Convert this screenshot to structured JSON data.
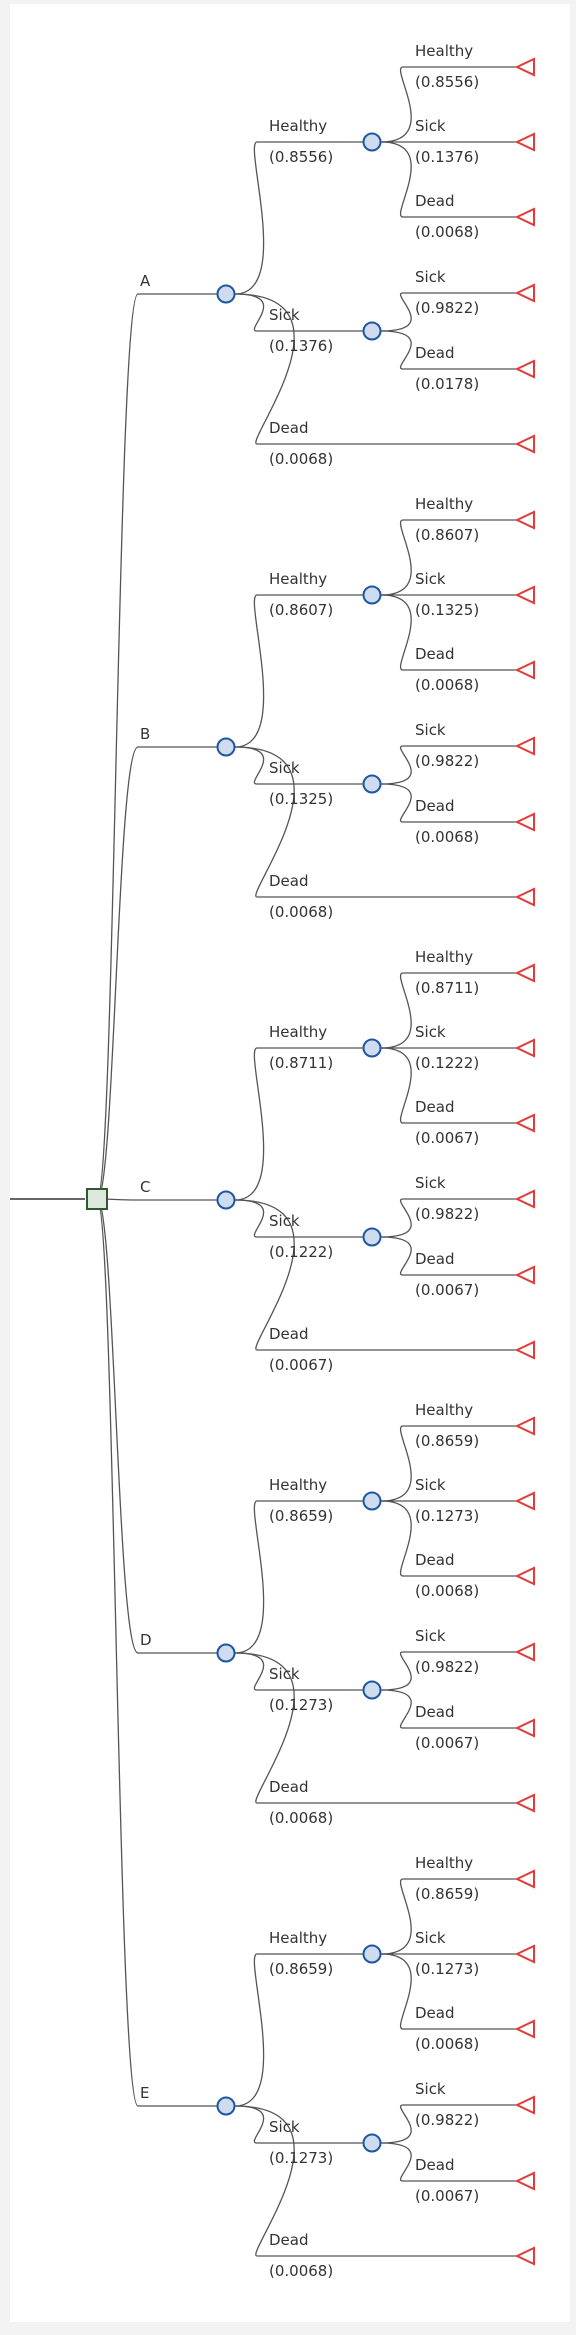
{
  "colors": {
    "decision_fill": "#dfe8df",
    "decision_stroke": "#2e5a2e",
    "chance_fill": "#cfdcef",
    "chance_stroke": "#1f56a3",
    "terminal_stroke": "#e43a3a",
    "edge": "#555555",
    "text": "#333333"
  },
  "tree": {
    "root": "decision",
    "branches": [
      {
        "label": "A",
        "children": [
          {
            "label": "Healthy",
            "prob": "(0.8556)",
            "children": [
              {
                "label": "Healthy",
                "prob": "(0.8556)"
              },
              {
                "label": "Sick",
                "prob": "(0.1376)"
              },
              {
                "label": "Dead",
                "prob": "(0.0068)"
              }
            ]
          },
          {
            "label": "Sick",
            "prob": "(0.1376)",
            "children": [
              {
                "label": "Sick",
                "prob": "(0.9822)"
              },
              {
                "label": "Dead",
                "prob": "(0.0178)"
              }
            ]
          },
          {
            "label": "Dead",
            "prob": "(0.0068)"
          }
        ]
      },
      {
        "label": "B",
        "children": [
          {
            "label": "Healthy",
            "prob": "(0.8607)",
            "children": [
              {
                "label": "Healthy",
                "prob": "(0.8607)"
              },
              {
                "label": "Sick",
                "prob": "(0.1325)"
              },
              {
                "label": "Dead",
                "prob": "(0.0068)"
              }
            ]
          },
          {
            "label": "Sick",
            "prob": "(0.1325)",
            "children": [
              {
                "label": "Sick",
                "prob": "(0.9822)"
              },
              {
                "label": "Dead",
                "prob": "(0.0068)"
              }
            ]
          },
          {
            "label": "Dead",
            "prob": "(0.0068)"
          }
        ]
      },
      {
        "label": "C",
        "children": [
          {
            "label": "Healthy",
            "prob": "(0.8711)",
            "children": [
              {
                "label": "Healthy",
                "prob": "(0.8711)"
              },
              {
                "label": "Sick",
                "prob": "(0.1222)"
              },
              {
                "label": "Dead",
                "prob": "(0.0067)"
              }
            ]
          },
          {
            "label": "Sick",
            "prob": "(0.1222)",
            "children": [
              {
                "label": "Sick",
                "prob": "(0.9822)"
              },
              {
                "label": "Dead",
                "prob": "(0.0067)"
              }
            ]
          },
          {
            "label": "Dead",
            "prob": "(0.0067)"
          }
        ]
      },
      {
        "label": "D",
        "children": [
          {
            "label": "Healthy",
            "prob": "(0.8659)",
            "children": [
              {
                "label": "Healthy",
                "prob": "(0.8659)"
              },
              {
                "label": "Sick",
                "prob": "(0.1273)"
              },
              {
                "label": "Dead",
                "prob": "(0.0068)"
              }
            ]
          },
          {
            "label": "Sick",
            "prob": "(0.1273)",
            "children": [
              {
                "label": "Sick",
                "prob": "(0.9822)"
              },
              {
                "label": "Dead",
                "prob": "(0.0067)"
              }
            ]
          },
          {
            "label": "Dead",
            "prob": "(0.0068)"
          }
        ]
      },
      {
        "label": "E",
        "children": [
          {
            "label": "Healthy",
            "prob": "(0.8659)",
            "children": [
              {
                "label": "Healthy",
                "prob": "(0.8659)"
              },
              {
                "label": "Sick",
                "prob": "(0.1273)"
              },
              {
                "label": "Dead",
                "prob": "(0.0068)"
              }
            ]
          },
          {
            "label": "Sick",
            "prob": "(0.1273)",
            "children": [
              {
                "label": "Sick",
                "prob": "(0.9822)"
              },
              {
                "label": "Dead",
                "prob": "(0.0067)"
              }
            ]
          },
          {
            "label": "Dead",
            "prob": "(0.0068)"
          }
        ]
      }
    ]
  }
}
